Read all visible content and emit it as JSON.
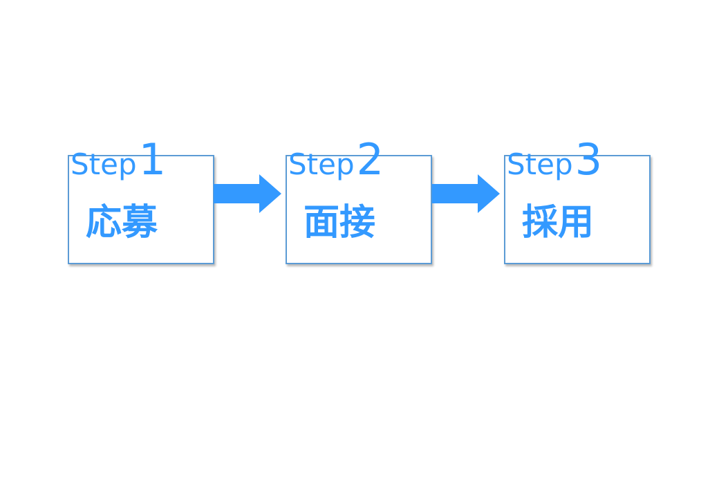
{
  "colors": {
    "accent": "#3399ff",
    "box_border": "#5b9bd5",
    "background": "#ffffff"
  },
  "steps": [
    {
      "word": "Step",
      "number": "1",
      "label": "応募"
    },
    {
      "word": "Step",
      "number": "2",
      "label": "面接"
    },
    {
      "word": "Step",
      "number": "3",
      "label": "採用"
    }
  ],
  "connectors": [
    {
      "icon": "arrow-right-icon"
    },
    {
      "icon": "arrow-right-icon"
    }
  ]
}
